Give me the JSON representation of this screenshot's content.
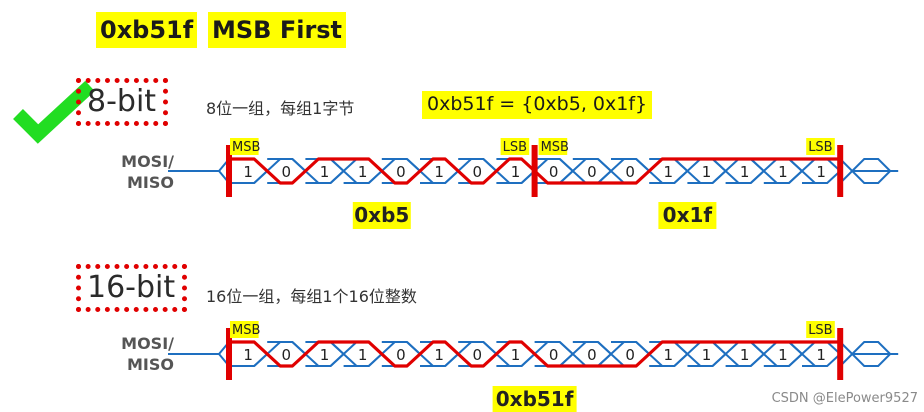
{
  "title": {
    "hex": "0xb51f",
    "order": "MSB First"
  },
  "check_icon": "check-mark-icon",
  "colors": {
    "highlight": "#ffff00",
    "wave_blue": "#1e6fc0",
    "wave_red": "#e00000",
    "check_green": "#22dd22"
  },
  "row8": {
    "box_label": "8-bit",
    "description": "8位一组，每组1字节",
    "equation": "0xb51f = {0xb5, 0x1f}",
    "signal_line1": "MOSI/",
    "signal_line2": "MISO",
    "groups": [
      {
        "msb": "MSB",
        "lsb": "LSB",
        "hex": "0xb5",
        "bits": [
          "1",
          "0",
          "1",
          "1",
          "0",
          "1",
          "0",
          "1"
        ]
      },
      {
        "msb": "MSB",
        "lsb": "LSB",
        "hex": "0x1f",
        "bits": [
          "0",
          "0",
          "0",
          "1",
          "1",
          "1",
          "1",
          "1"
        ]
      }
    ]
  },
  "row16": {
    "box_label": "16-bit",
    "description": "16位一组，每组1个16位整数",
    "signal_line1": "MOSI/",
    "signal_line2": "MISO",
    "groups": [
      {
        "msb": "MSB",
        "lsb": "LSB",
        "hex": "0xb51f",
        "bits": [
          "1",
          "0",
          "1",
          "1",
          "0",
          "1",
          "0",
          "1",
          "0",
          "0",
          "0",
          "1",
          "1",
          "1",
          "1",
          "1"
        ]
      }
    ]
  },
  "watermark": "CSDN @ElePower9527"
}
